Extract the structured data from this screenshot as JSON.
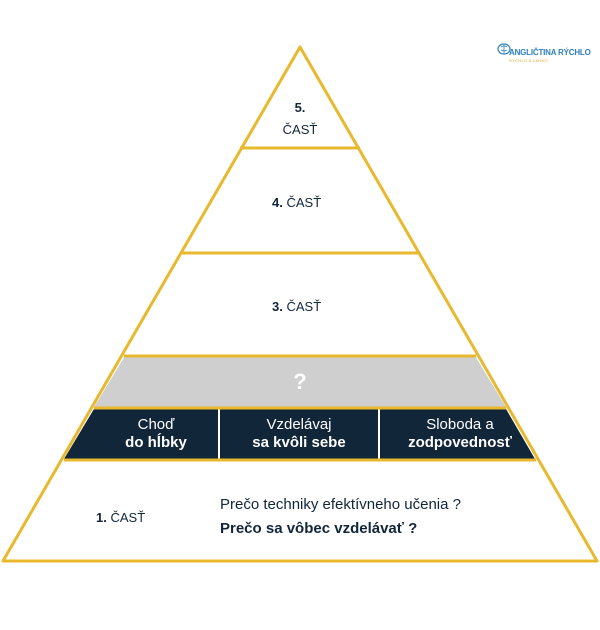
{
  "colors": {
    "outline": "#e8b82f",
    "navy": "#12263a",
    "gray_band": "#cfcfcf",
    "text": "#12263a",
    "logo_blue": "#2f7fbf",
    "logo_gold": "#e0a82a"
  },
  "logo": {
    "name": "ANGLIČTINA RÝCHLO",
    "tagline": "RÝCHLO A ĽAHKO",
    "icon": "brain-icon"
  },
  "pyramid": {
    "level5": {
      "number": "5.",
      "label": "ČASŤ"
    },
    "level4": {
      "number": "4.",
      "label": "ČASŤ"
    },
    "level3": {
      "number": "3.",
      "label": "ČASŤ"
    },
    "band": {
      "symbol": "?"
    },
    "pillars": [
      {
        "line1": "Choď",
        "line2": "do hĺbky"
      },
      {
        "line1": "Vzdelávaj",
        "line2": "sa kvôli sebe"
      },
      {
        "line1": "Sloboda a",
        "line2": "zodpovednosť"
      }
    ],
    "level1": {
      "number": "1.",
      "label": "ČASŤ",
      "question1": "Prečo techniky efektívneho učenia ?",
      "question2": "Prečo sa vôbec vzdelávať ?"
    }
  }
}
